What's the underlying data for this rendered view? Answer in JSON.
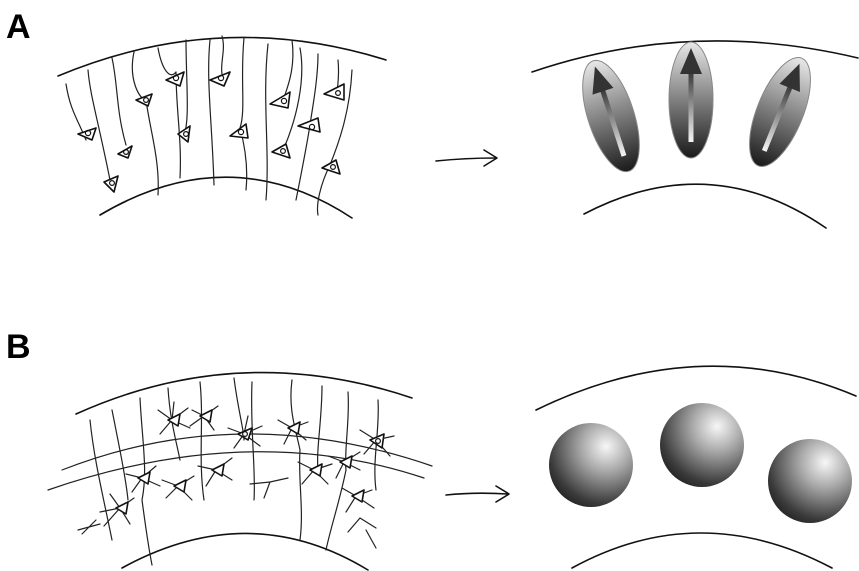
{
  "panels": [
    {
      "label": "A",
      "left": "pyramidal-neurons-aligned-in-cortex",
      "arrow": "right-arrow",
      "right": "oriented-dipole-ellipsoids",
      "dipole_count": 3
    },
    {
      "label": "B",
      "left": "stellate-neurons-interconnected-in-cortex",
      "arrow": "right-arrow",
      "right": "spherical-closed-fields",
      "sphere_count": 3
    }
  ],
  "colors": {
    "ink": "#111111",
    "background": "#ffffff",
    "shade_dark": "#1a1a1a",
    "shade_light": "#f0f0f0"
  }
}
